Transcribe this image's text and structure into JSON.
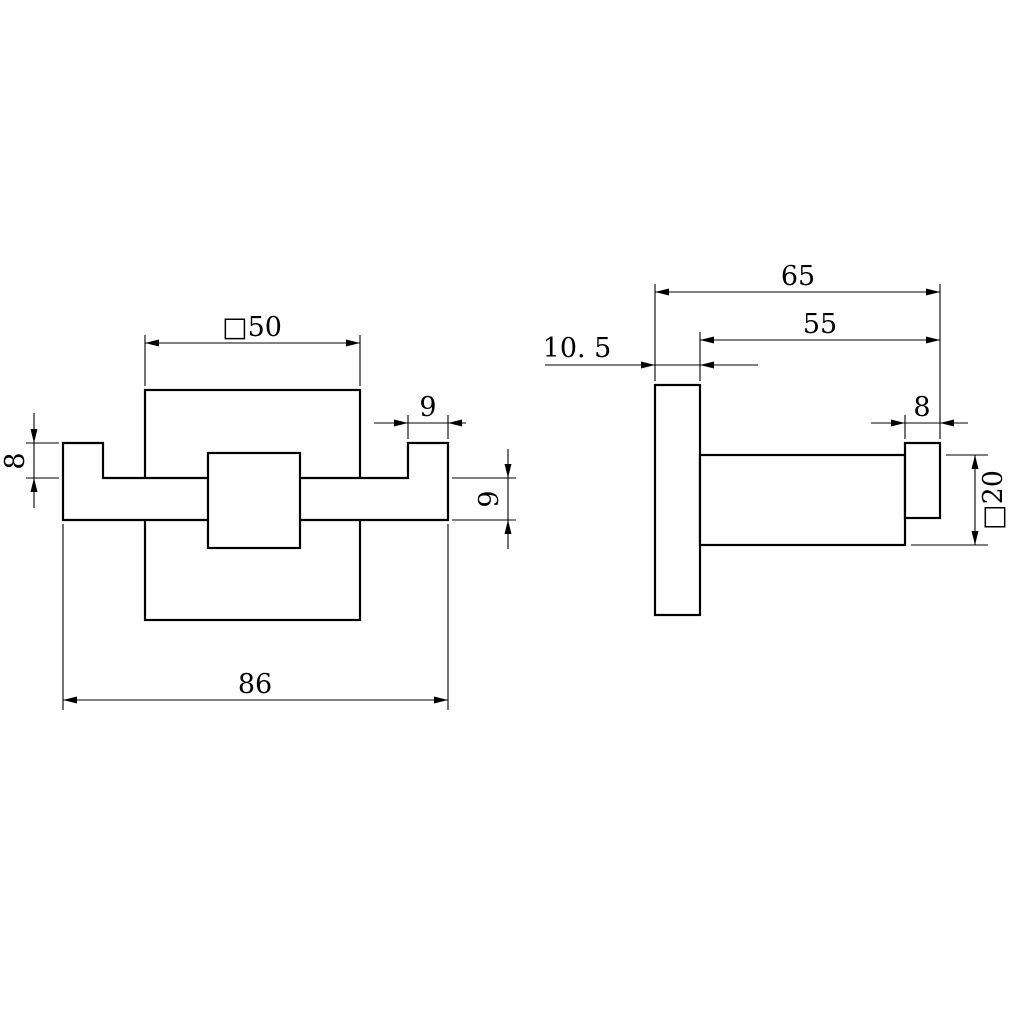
{
  "page": {
    "background_color": "#ffffff",
    "line_color": "#000000"
  },
  "front_view": {
    "plate_width": "□50",
    "hook_tab_width": "9",
    "hook_tab_height": "8",
    "bar_height": "9",
    "overall_width": "86"
  },
  "side_view": {
    "overall_depth": "65",
    "projection_depth": "55",
    "plate_thickness": "10. 5",
    "hook_depth": "8",
    "post_section": "□20"
  }
}
